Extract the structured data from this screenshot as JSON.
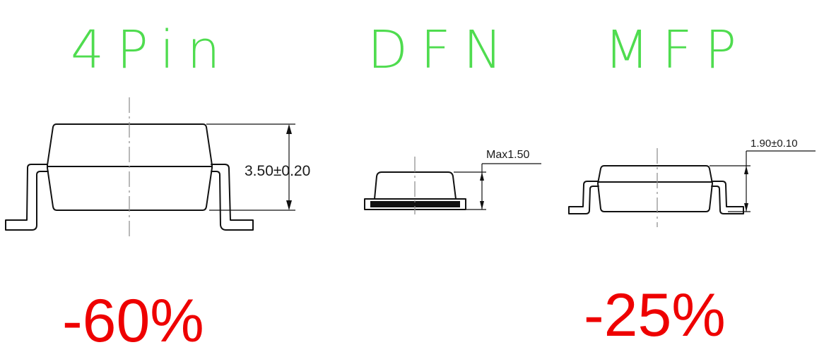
{
  "colors": {
    "title": "#4fdc4f",
    "reduction": "#ee0000",
    "line": "#111111"
  },
  "packages": [
    {
      "name": "4Pin",
      "dimension": "3.50±0.20",
      "reduction": "-60%"
    },
    {
      "name": "DFN",
      "dimension": "Max1.50",
      "reduction": ""
    },
    {
      "name": "MFP",
      "dimension": "1.90±0.10",
      "reduction": "-25%"
    }
  ]
}
